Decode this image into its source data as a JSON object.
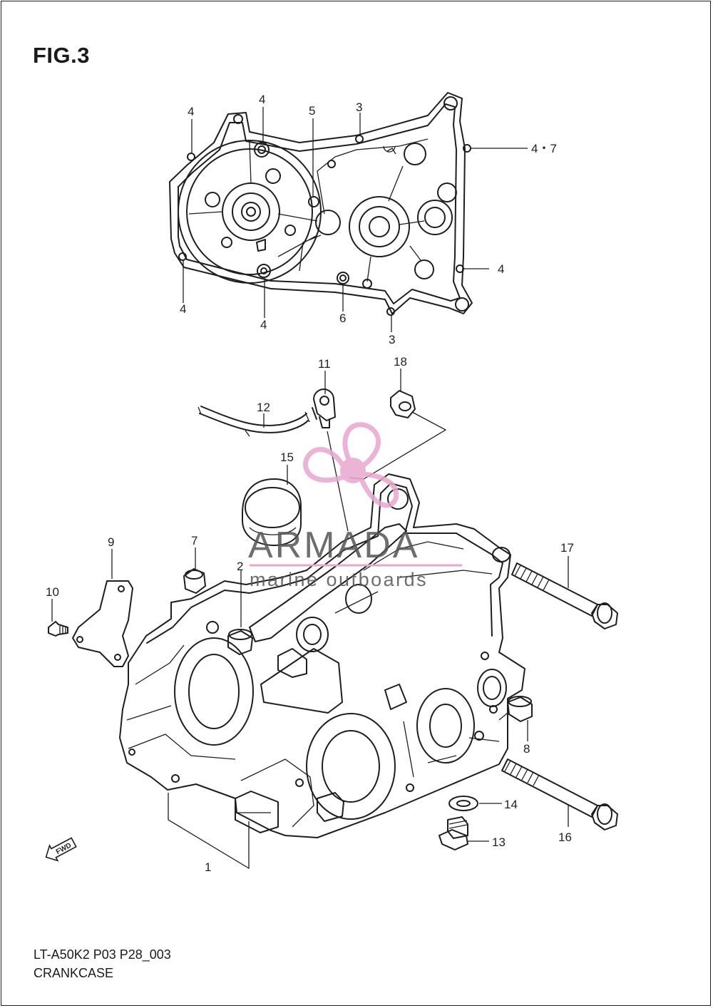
{
  "figure": {
    "title": "FIG.3",
    "code": "LT-A50K2 P03 P28_003",
    "name": "CRANKCASE"
  },
  "watermark": {
    "brand": "ARMADA",
    "tagline": "marine outboards",
    "logo_icon": "propeller-logo-icon",
    "accent_color": "#e8a6cf"
  },
  "callouts": {
    "c4a": "4",
    "c4b": "4",
    "c5": "5",
    "c3a": "3",
    "c47": "4・7",
    "c4c": "4",
    "c4d": "4",
    "c4e": "4",
    "c6": "6",
    "c3b": "3",
    "c11": "11",
    "c18": "18",
    "c12": "12",
    "c15": "15",
    "c9": "9",
    "c7": "7",
    "c2": "2",
    "c10": "10",
    "c17": "17",
    "c8": "8",
    "c14": "14",
    "c13": "13",
    "c16": "16",
    "c1": "1"
  },
  "direction_badge": {
    "label": "FWD",
    "icon": "forward-arrow-icon"
  }
}
